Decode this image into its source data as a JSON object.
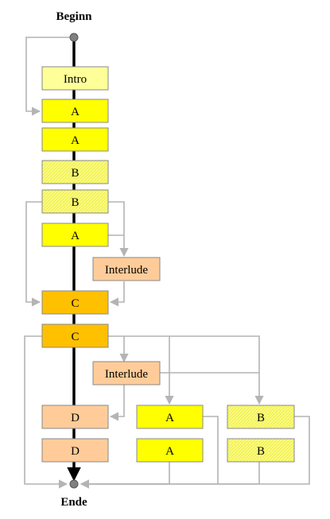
{
  "labels": {
    "start": "Beginn",
    "end": "Ende",
    "intro": "Intro",
    "a": "A",
    "b": "B",
    "c": "C",
    "d": "D",
    "interlude": "Interlude"
  },
  "colors": {
    "intro": "#ffff99",
    "verse": "#ffff00",
    "bridge": "#f0f060",
    "chorus": "#ffc000",
    "interlude": "#ffcc99",
    "connector": "#b4b4b4",
    "spine": "#000000"
  }
}
